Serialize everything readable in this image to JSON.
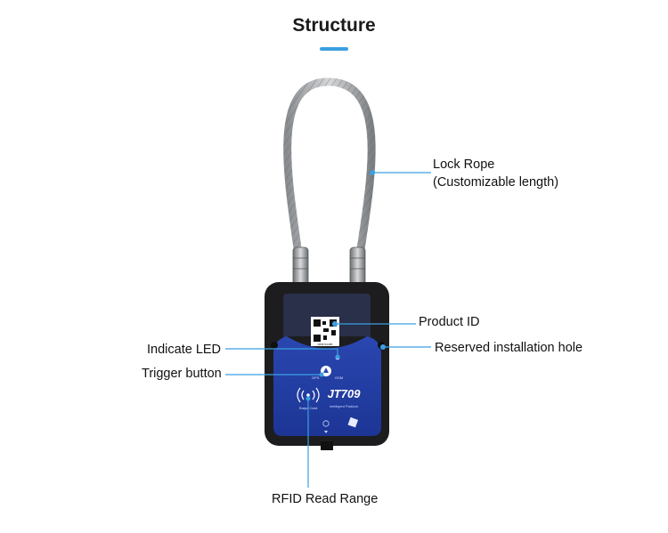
{
  "title": "Structure",
  "accent_color": "#3b9fe0",
  "device": {
    "model": "JT709",
    "subtitle": "Intelligent Padlock",
    "led_left": "GPS",
    "led_right": "GSM",
    "rfid_caption": "Swipe Card",
    "qr_code_number": "0809710285"
  },
  "callouts": {
    "lock_rope_line1": "Lock Rope",
    "lock_rope_line2": "(Customizable length)",
    "product_id": "Product ID",
    "indicate_led": "Indicate LED",
    "reserved_hole": "Reserved installation hole",
    "trigger_button": "Trigger button",
    "rfid_range": "RFID Read Range"
  }
}
